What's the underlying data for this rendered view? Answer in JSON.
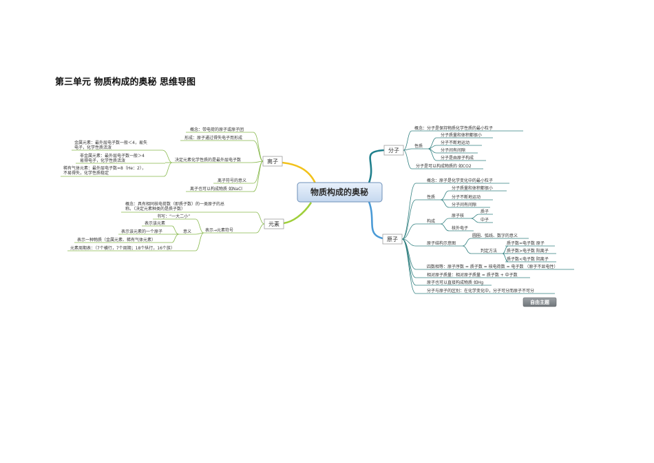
{
  "page_title": "第三单元 物质构成的奥秘 思维导图",
  "center": "物质构成的奥秘",
  "badge": "自由主题",
  "ion": {
    "title": "离子",
    "concept": "概念：带电荷的原子或原子团",
    "formation": "形成：原子通过得失电子而形成",
    "decide": "决定元素化学性质的是最外层电子数",
    "metal_line1": "金属元素：最外层电子数一般＜4，易失",
    "metal_line2": "电子，化学性质活泼",
    "nonmetal_line1": "非金属元素：最外层电子数一般＞4",
    "nonmetal_line2": "易得电子，化学性质活泼",
    "noble_line1": "稀有气体元素：最外层电子数=8（He：2），",
    "noble_line2": "不易得失，化学性质稳定",
    "symbol_meaning": "离子符号的意义",
    "also_compose": "离子也可以构成物质   如NaCl"
  },
  "element": {
    "title": "元素",
    "concept_line1": "概念：具有相同核电荷数（即质子数）的一类原子的总",
    "concept_line2": "称。（决定元素种类的是质子数）",
    "writing": "书写：“一大二小”",
    "meaning": "意义",
    "meaning_1": "表示该元素",
    "meaning_2": "表示该元素的一个原子",
    "meaning_3": "表示一种物质（金属元素、稀有气体元素）",
    "symbol": "表示→元素符号",
    "table": "元素周期表：（7个横行，7个周期；18个纵行，16个族）"
  },
  "molecule": {
    "title": "分子",
    "concept": "概念：分子是保持物质化学性质的最小粒子",
    "property": "性质",
    "p1": "分子质量和体积都很小",
    "p2": "分子不断地运动",
    "p3": "分子间有间隙",
    "p4": "分子是由原子构成",
    "compose": "分子是可以构成物质的  如CO2"
  },
  "atom": {
    "title": "原子",
    "concept": "概念：原子是化学变化中的最小粒子",
    "property": "性质",
    "p1": "分子质量和体积都很小",
    "p2": "分子不断地运动",
    "p3": "分子间有间隙",
    "structure": "构成",
    "nucleus": "原子核",
    "proton": "质子",
    "neutron": "中子",
    "electron": "核外电子",
    "diagram": "原子结构示意图",
    "diagram_desc": "圆圈、弧线、数字的意义",
    "judge": "判定方法",
    "j1": "质子数=电子数    原子",
    "j2": "质子数>电子数   阳离子",
    "j3": "质子数<电子数   阴离子",
    "four_equal": "四数相等：原子序数 = 质子数 = 核电荷数 = 电子数   （原子不显电性）",
    "relative_mass": "相对原子质量：相对原子质量 = 质子数 + 中子数",
    "compose": "原子也可以直接构成物质  如Hg",
    "difference": "分子与原子的区别：在化学变化中，分子可分而原子不可分"
  }
}
